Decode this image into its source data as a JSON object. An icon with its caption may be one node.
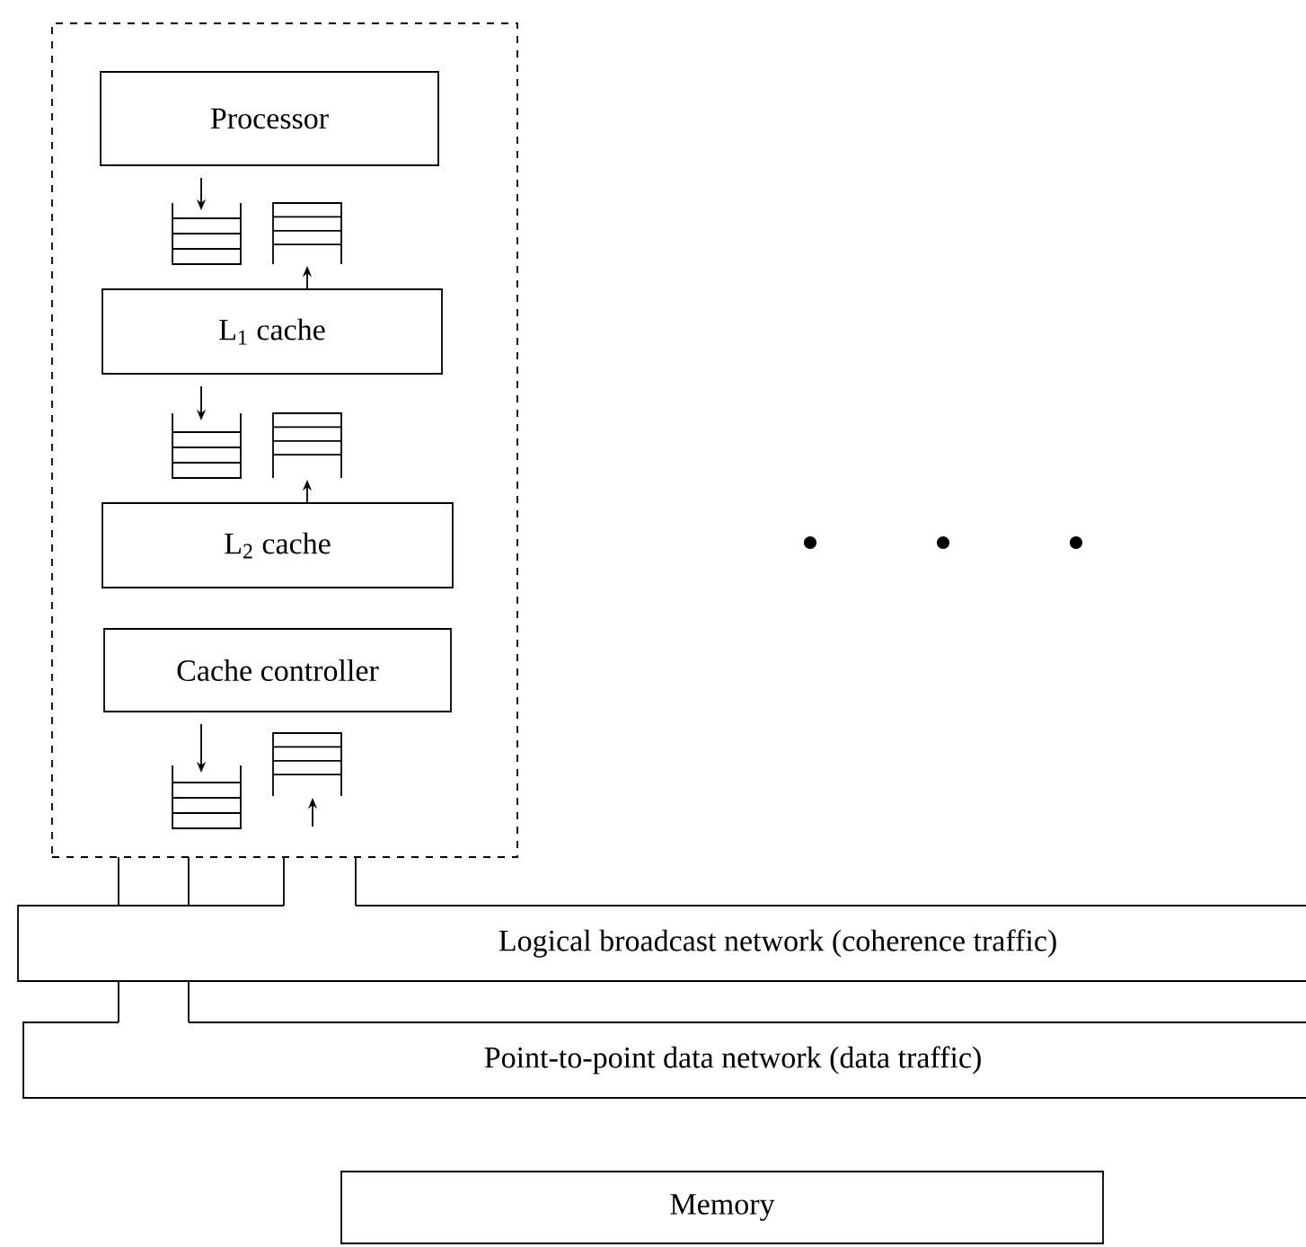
{
  "diagram": {
    "nodes": [
      {
        "text": [],
        "shape": "box"
      },
      {
        "text": [
          "Processor"
        ],
        "in": 0
      },
      {
        "text": [],
        "shape": "queue",
        "in": 0
      },
      {
        "text": [],
        "shape": "queue",
        "in": 0
      },
      {
        "text": [
          "L$_{1}$ cache"
        ],
        "in": 0
      },
      {
        "text": [],
        "shape": "queue",
        "in": 0
      },
      {
        "text": [],
        "shape": "queue",
        "in": 0
      },
      {
        "text": [
          "L$_{2}$ cache"
        ],
        "in": 0
      },
      {
        "text": [
          "Cache controller"
        ],
        "in": 0
      },
      {
        "text": [],
        "shape": "queue",
        "in": 0
      },
      {
        "text": [],
        "shape": "queue",
        "in": 0
      },
      {
        "text": [
          "Logical broadcast network (coherence traffic)"
        ]
      },
      {
        "text": [
          "Point-to-point data network (data traffic)"
        ]
      },
      {
        "text": [
          "Memory"
        ]
      }
    ],
    "edges": [
      {
        "from": 1,
        "to": 2,
        "arrow": "to"
      },
      {
        "from": 4,
        "to": 3,
        "arrow": "to"
      },
      {
        "from": 4,
        "to": 5,
        "arrow": "to"
      },
      {
        "from": 7,
        "to": 6,
        "arrow": "to"
      },
      {
        "from": 8,
        "to": 9,
        "arrow": "to"
      },
      {
        "from": null,
        "to": 10,
        "arrow": "to"
      },
      {
        "from": 0,
        "to": 11,
        "arrow": "none"
      },
      {
        "from": 0,
        "to": 11,
        "arrow": "none"
      },
      {
        "from": 0,
        "to": 11,
        "arrow": "none"
      },
      {
        "from": 0,
        "to": 11,
        "arrow": "none"
      },
      {
        "from": 11,
        "to": 12,
        "arrow": "none"
      },
      {
        "from": 11,
        "to": 12,
        "arrow": "none"
      }
    ]
  }
}
